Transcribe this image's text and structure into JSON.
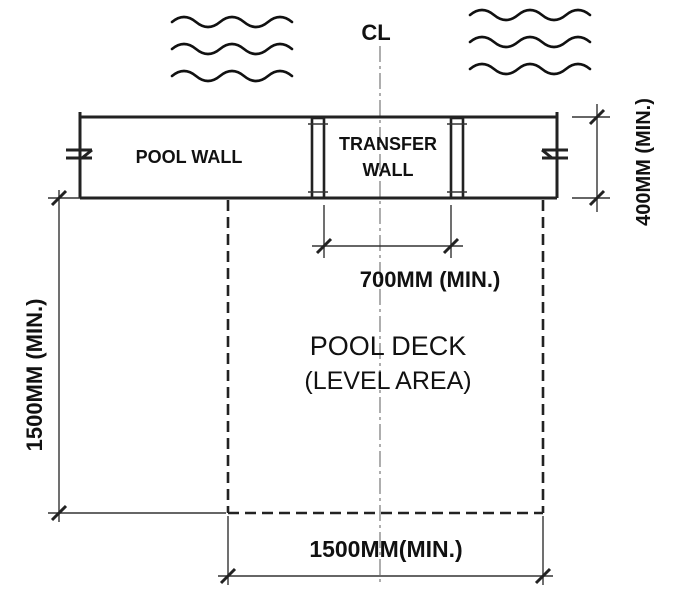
{
  "labels": {
    "centerline": "CL",
    "pool_wall": "POOL WALL",
    "transfer_wall_line1": "TRANSFER",
    "transfer_wall_line2": "WALL",
    "pool_deck_line1": "POOL DECK",
    "pool_deck_line2": "(LEVEL AREA)"
  },
  "dimensions": {
    "wall_height": "400MM (MIN.)",
    "transfer_width": "700MM (MIN.)",
    "deck_depth": "1500MM (MIN.)",
    "deck_width": "1500MM(MIN.)"
  },
  "colors": {
    "ink": "#111111",
    "background": "#ffffff"
  }
}
